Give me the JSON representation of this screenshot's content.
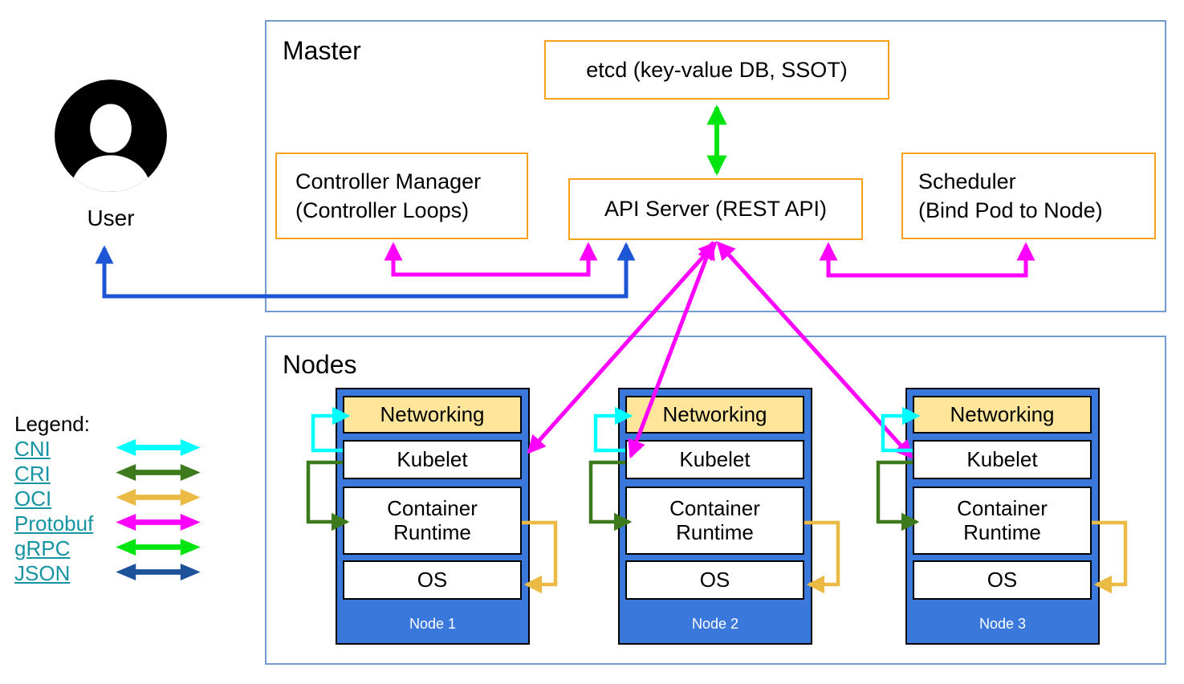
{
  "palette": {
    "frame_border": "#729BCE",
    "orange_border": "#F7A11C",
    "node_fill": "#3B78DC",
    "networking_fill": "#FFE599",
    "cni": "#00FFFF",
    "cri": "#3C7A1D",
    "oci": "#EABA45",
    "protobuf": "#FF00FF",
    "grpc": "#00E510",
    "json": "#1B5299",
    "user_link": "#1D56D4",
    "legend_link": "#1694A4"
  },
  "user": {
    "label": "User"
  },
  "master": {
    "title": "Master",
    "etcd": {
      "label": "etcd (key-value DB, SSOT)"
    },
    "api_server": {
      "label": "API Server (REST API)"
    },
    "controller_manager": {
      "line1": "Controller Manager",
      "line2": "(Controller Loops)"
    },
    "scheduler": {
      "line1": "Scheduler",
      "line2": "(Bind Pod to Node)"
    }
  },
  "nodes_section": {
    "title": "Nodes",
    "nodes": [
      {
        "caption": "Node 1",
        "networking": "Networking",
        "kubelet": "Kubelet",
        "runtime_line1": "Container",
        "runtime_line2": "Runtime",
        "os": "OS"
      },
      {
        "caption": "Node 2",
        "networking": "Networking",
        "kubelet": "Kubelet",
        "runtime_line1": "Container",
        "runtime_line2": "Runtime",
        "os": "OS"
      },
      {
        "caption": "Node 3",
        "networking": "Networking",
        "kubelet": "Kubelet",
        "runtime_line1": "Container",
        "runtime_line2": "Runtime",
        "os": "OS"
      }
    ]
  },
  "legend": {
    "title": "Legend:",
    "items": [
      {
        "label": "CNI",
        "color": "#00FFFF"
      },
      {
        "label": "CRI",
        "color": "#3C7A1D"
      },
      {
        "label": "OCI",
        "color": "#EABA45"
      },
      {
        "label": "Protobuf",
        "color": "#FF00FF"
      },
      {
        "label": "gRPC",
        "color": "#00E510"
      },
      {
        "label": "JSON",
        "color": "#1B5299"
      }
    ]
  }
}
